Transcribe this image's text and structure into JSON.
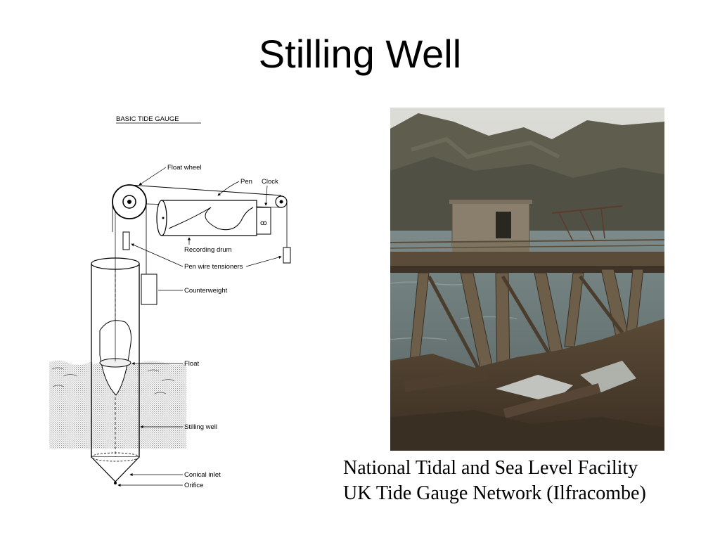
{
  "slide": {
    "title": "Stilling Well"
  },
  "diagram": {
    "heading": "BASIC  TIDE  GAUGE",
    "labels": {
      "float_wheel": "Float wheel",
      "pen": "Pen",
      "clock": "Clock",
      "recording_drum": "Recording drum",
      "pen_wire_tensioners": "Pen wire tensioners",
      "counterweight": "Counterweight",
      "float": "Float",
      "stilling_well": "Stilling well",
      "conical_inlet": "Conical inlet",
      "orifice": "Orifice"
    }
  },
  "caption": {
    "line1": "National Tidal and Sea Level Facility",
    "line2": "UK Tide Gauge Network (Ilfracombe)"
  }
}
